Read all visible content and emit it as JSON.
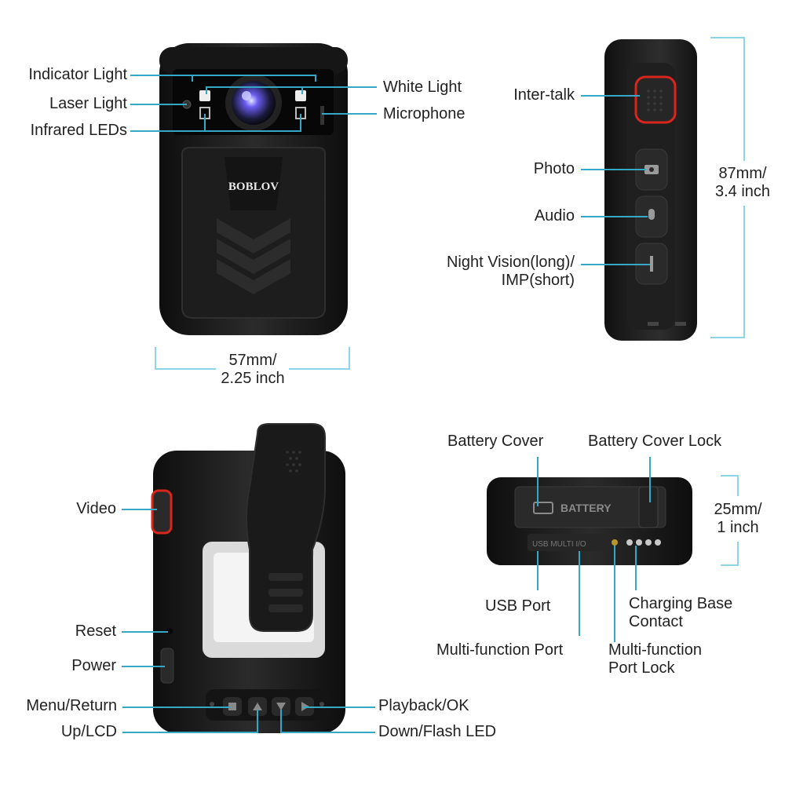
{
  "brand": "BOBLOV",
  "colors": {
    "leader_line": "#35a8c8",
    "dimension_line": "#8fd3e6",
    "label_text": "#222222",
    "device_body": "#1c1c1c",
    "accent_red": "#d9261c"
  },
  "front_view": {
    "labels": {
      "indicator_light": "Indicator Light",
      "laser_light": "Laser Light",
      "infrared_leds": "Infrared LEDs",
      "white_light": "White Light",
      "microphone": "Microphone"
    },
    "width_dimension": "57mm/\n2.25 inch"
  },
  "side_view": {
    "labels": {
      "inter_talk": "Inter-talk",
      "photo": "Photo",
      "audio": "Audio",
      "night_vision": "Night Vision(long)/\nIMP(short)"
    },
    "height_dimension": "87mm/\n3.4 inch"
  },
  "back_view": {
    "labels": {
      "video": "Video",
      "reset": "Reset",
      "power": "Power",
      "menu_return": "Menu/Return",
      "up_lcd": "Up/LCD",
      "playback_ok": "Playback/OK",
      "down_flash": "Down/Flash LED"
    }
  },
  "bottom_view": {
    "labels": {
      "battery_cover": "Battery Cover",
      "battery_cover_lock": "Battery Cover Lock",
      "usb_port": "USB Port",
      "multi_function_port": "Multi-function Port",
      "multi_function_port_lock": "Multi-function\nPort Lock",
      "charging_base_contact": "Charging Base\nContact"
    },
    "battery_text": "BATTERY",
    "port_text": "USB  MULTI I/O",
    "thickness_dimension": "25mm/\n1 inch"
  }
}
